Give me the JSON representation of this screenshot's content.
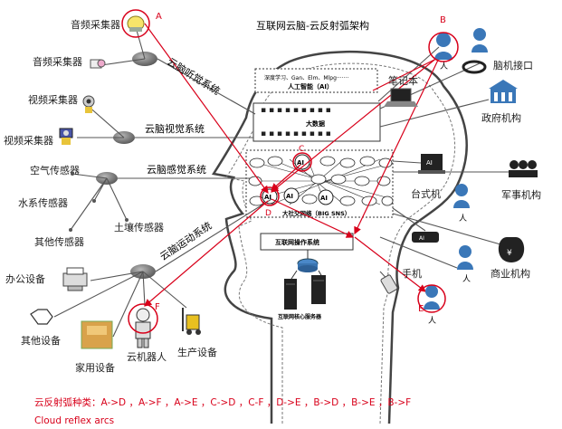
{
  "title": "互联网云脑-云反射弧架构",
  "center": {
    "ai_tech": "深度学习、Gan、Elm、Mlpg·······",
    "ai_title": "人工智能（AI）",
    "big_data": "大数据",
    "sns": "大社交网络（BIG SNS）",
    "os": "互联网操作系统",
    "servers": "互联网核心服务器",
    "ai_node": "AI"
  },
  "systems": {
    "hearing": "云脑听觉系统",
    "vision": "云脑视觉系统",
    "sensory": "云脑感觉系统",
    "motor": "云脑运动系统"
  },
  "left_devices": {
    "audio1": "音频采集器",
    "audio2": "音频采集器",
    "video1": "视频采集器",
    "video2": "视频采集器",
    "air": "空气传感器",
    "water": "水系传感器",
    "soil": "土壤传感器",
    "other_sensor": "其他传感器",
    "office": "办公设备",
    "other_device": "其他设备",
    "home": "家用设备",
    "robot": "云机器人",
    "production": "生产设备"
  },
  "right_nodes": {
    "laptop": "笔记本",
    "bci": "脑机接口",
    "gov": "政府机构",
    "desktop": "台式机",
    "military": "军事机构",
    "phone": "手机",
    "business": "商业机构",
    "person": "人",
    "person_b": "人",
    "person_e": "人"
  },
  "markers": {
    "a": "A",
    "b": "B",
    "c": "C",
    "d": "D",
    "e": "E",
    "f": "F"
  },
  "footer": {
    "kinds": "云反射弧种类：A->D ，A->F ，A->E ，C->D ，C-F ，D->E ，B->D ，B->E ，B->F",
    "english": "Cloud reflex arcs"
  },
  "colors": {
    "red": "#d8001a",
    "line": "#555555",
    "head": "#444444"
  }
}
